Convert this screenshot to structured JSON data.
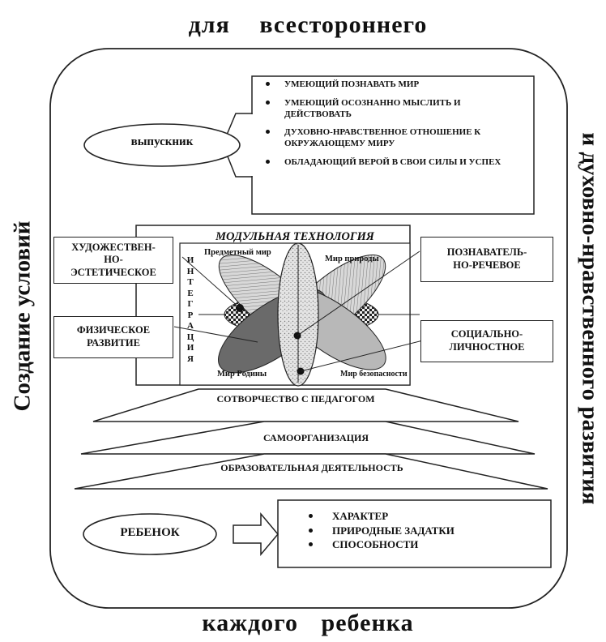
{
  "header": {
    "top": "для  всестороннего",
    "bottom": "каждого   ребенка"
  },
  "sides": {
    "left": "Создание  условий",
    "right": "и  духовно-нравственного  развития"
  },
  "graduate": {
    "label": "выпускник",
    "traits": [
      "УМЕЮЩИЙ ПОЗНАВАТЬ МИР",
      "УМЕЮЩИЙ ОСОЗНАННО МЫСЛИТЬ И ДЕЙСТВОВАТЬ",
      "ДУХОВНО-НРАВСТВЕННОЕ ОТНОШЕНИЕ К ОКРУЖАЮЩЕМУ МИРУ",
      "ОБЛАДАЮЩИЙ ВЕРОЙ В СВОИ СИЛЫ И УСПЕХ"
    ]
  },
  "technology": {
    "title": "МОДУЛЬНАЯ ТЕХНОЛОГИЯ",
    "integration_letters": [
      "И",
      "Н",
      "Т",
      "Е",
      "Г",
      "Р",
      "А",
      "Ц",
      "И",
      "Я"
    ],
    "worlds": {
      "subject": "Предметный мир",
      "nature": "Мир природы",
      "homeland": "Мир Родины",
      "safety": "Мир  безопасности"
    }
  },
  "areas": {
    "artistic": "ХУДОЖЕСТВЕН-НО-ЭСТЕТИЧЕСКОЕ",
    "physical": "ФИЗИЧЕСКОЕ РАЗВИТИЕ",
    "cognitive": "ПОЗНАВАТЕЛЬ-НО-РЕЧЕВОЕ",
    "social": "СОЦИАЛЬНО-ЛИЧНОСТНОЕ"
  },
  "layers": {
    "cocreation": "СОТВОРЧЕСТВО С ПЕДАГОГОМ",
    "selforg": "САМООРГАНИЗАЦИЯ",
    "education": "ОБРАЗОВАТЕЛЬНАЯ ДЕЯТЕЛЬНОСТЬ"
  },
  "child": {
    "label": "РЕБЕНОК",
    "traits": [
      "ХАРАКТЕР",
      "ПРИРОДНЫЕ  ЗАДАТКИ",
      "СПОСОБНОСТИ"
    ]
  }
}
